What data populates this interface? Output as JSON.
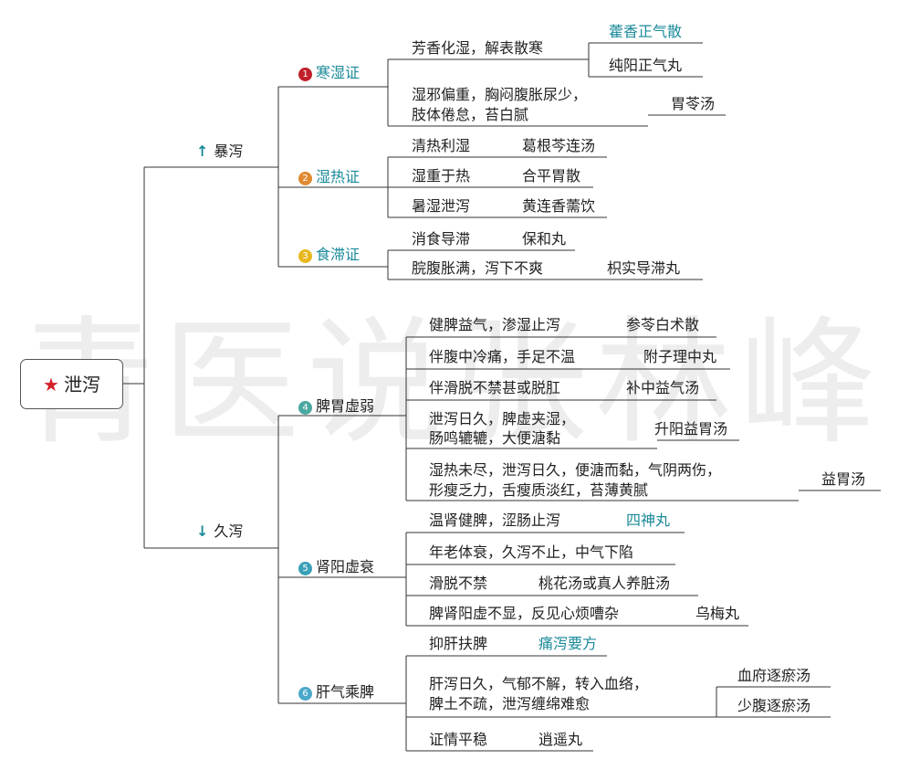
{
  "watermark": "青医说张林峰",
  "root": {
    "label": "泄泻"
  },
  "branches": [
    {
      "direction": "up",
      "label": "暴泻"
    },
    {
      "direction": "down",
      "label": "久泻"
    }
  ],
  "syndromes": [
    {
      "number": "1",
      "label": "寒湿证",
      "badge_color": "#c0202a"
    },
    {
      "number": "2",
      "label": "湿热证",
      "badge_color": "#e08a30"
    },
    {
      "number": "3",
      "label": "食滞证",
      "badge_color": "#e8b820"
    },
    {
      "number": "4",
      "label": "脾胃虚弱",
      "badge_color": "#4aa8a0"
    },
    {
      "number": "5",
      "label": "肾阳虚衰",
      "badge_color": "#3aa0b8"
    },
    {
      "number": "6",
      "label": "肝气乘脾",
      "badge_color": "#4aa8c8"
    }
  ],
  "items": {
    "s1_a_symptom": "芳香化湿，解表散寒",
    "s1_a_formula1": "藿香正气散",
    "s1_a_formula2": "纯阳正气丸",
    "s1_b_symptom1": "湿邪偏重，胸闷腹胀尿少，",
    "s1_b_symptom2": "肢体倦怠，苔白腻",
    "s1_b_formula": "胃苓汤",
    "s2_a_symptom": "清热利湿",
    "s2_a_formula": "葛根芩连汤",
    "s2_b_symptom": "湿重于热",
    "s2_b_formula": "合平胃散",
    "s2_c_symptom": "暑湿泄泻",
    "s2_c_formula": "黄连香薷饮",
    "s3_a_symptom": "消食导滞",
    "s3_a_formula": "保和丸",
    "s3_b_symptom": "脘腹胀满，泻下不爽",
    "s3_b_formula": "枳实导滞丸",
    "s4_a_symptom": "健脾益气，渗湿止泻",
    "s4_a_formula": "参苓白术散",
    "s4_b_symptom": "伴腹中冷痛，手足不温",
    "s4_b_formula": "附子理中丸",
    "s4_c_symptom": "伴滑脱不禁甚或脱肛",
    "s4_c_formula": "补中益气汤",
    "s4_d_symptom1": "泄泻日久，脾虚夹湿，",
    "s4_d_symptom2": "肠鸣辘辘，大便溏黏",
    "s4_d_formula": "升阳益胃汤",
    "s4_e_symptom1": "湿热未尽，泄泻日久，便溏而黏，气阴两伤，",
    "s4_e_symptom2": "形瘦乏力，舌瘦质淡红，苔薄黄腻",
    "s4_e_formula": "益胃汤",
    "s5_a_symptom": "温肾健脾，涩肠止泻",
    "s5_a_formula": "四神丸",
    "s5_b_symptom": "年老体衰，久泻不止，中气下陷",
    "s5_c_symptom": "滑脱不禁",
    "s5_c_formula": "桃花汤或真人养脏汤",
    "s5_d_symptom": "脾肾阳虚不显，反见心烦嘈杂",
    "s5_d_formula": "乌梅丸",
    "s6_a_symptom": "抑肝扶脾",
    "s6_a_formula": "痛泻要方",
    "s6_b_symptom1": "肝泻日久，气郁不解，转入血络，",
    "s6_b_symptom2": "脾土不疏，泄泻缠绵难愈",
    "s6_b_formula1": "血府逐瘀汤",
    "s6_b_formula2": "少腹逐瘀汤",
    "s6_c_symptom": "证情平稳",
    "s6_c_formula": "逍遥丸"
  }
}
